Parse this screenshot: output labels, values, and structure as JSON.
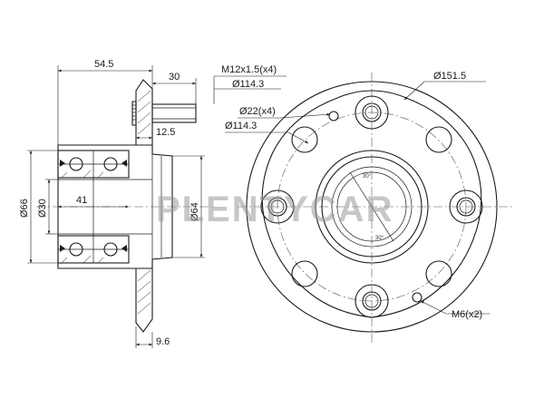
{
  "watermark": "PLENTYCAR",
  "side_view": {
    "dimensions": {
      "overall_length": "54.5",
      "stud_projection": "30",
      "flange_thickness": "12.5",
      "flange_offset": "9.6",
      "outer_diameter": "Ø66",
      "inner_diameter": "Ø30",
      "bearing_width": "41",
      "pilot_diameter": "Ø64"
    }
  },
  "front_view": {
    "callouts": {
      "stud_thread": "M12x1.5(x4)",
      "stud_pcd": "Ø114.3",
      "flange_diameter": "Ø151.5",
      "hole_diameter": "Ø22(x4)",
      "hole_pcd": "Ø114.3",
      "set_screw": "M6(x2)"
    },
    "angle_marks": [
      "30°",
      "30°"
    ]
  }
}
